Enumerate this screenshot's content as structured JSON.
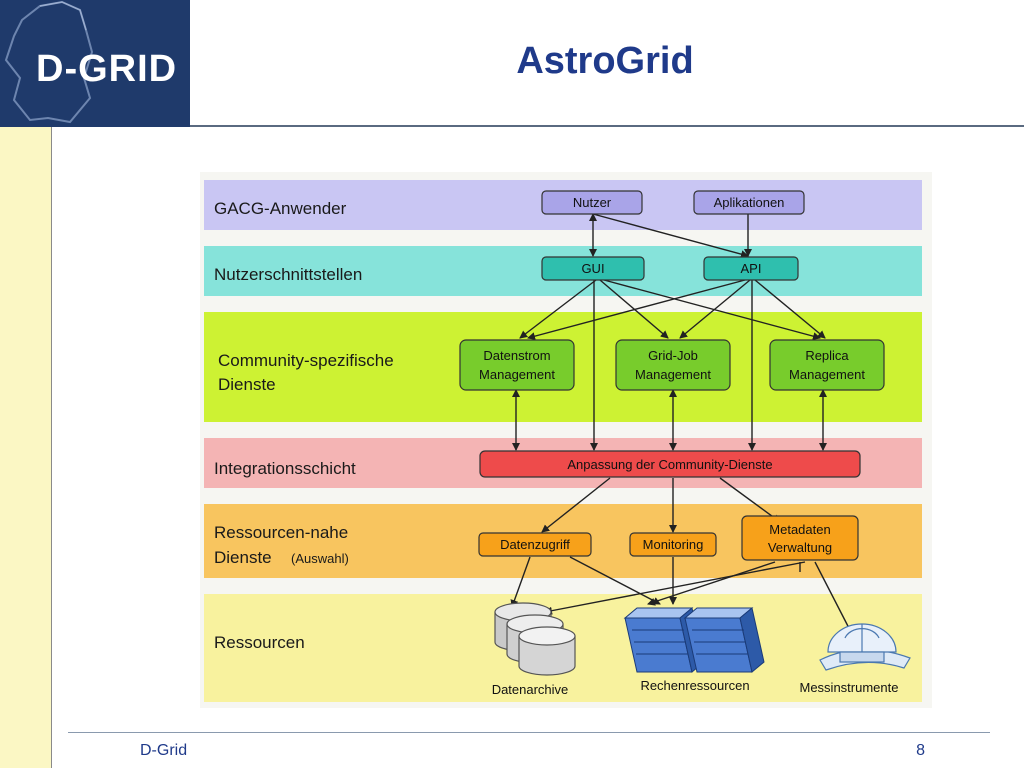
{
  "slide": {
    "title": "AstroGrid",
    "footer_left": "D-Grid",
    "page_number": "8"
  },
  "logo": {
    "text": "D-GRID"
  },
  "layers": [
    {
      "lines": [
        "GACG-Anwender"
      ],
      "color": "#c9c6f3"
    },
    {
      "lines": [
        "Nutzerschnittstellen"
      ],
      "color": "#86e3da"
    },
    {
      "lines": [
        "Community-spezifische",
        "Dienste"
      ],
      "color": "#cdf233"
    },
    {
      "lines": [
        "Integrationsschicht"
      ],
      "color": "#f4b4b4"
    },
    {
      "lines": [
        "Ressourcen-nahe",
        "Dienste"
      ],
      "suffix": "(Auswahl)",
      "color": "#f8c55f"
    },
    {
      "lines": [
        "Ressourcen"
      ],
      "color": "#f8f29e"
    }
  ],
  "boxes": {
    "nutzer": "Nutzer",
    "aplikationen": "Aplikationen",
    "gui": "GUI",
    "api": "API",
    "datenstrom": [
      "Datenstrom",
      "Management"
    ],
    "gridjob": [
      "Grid-Job",
      "Management"
    ],
    "replica": [
      "Replica",
      "Management"
    ],
    "anpassung": "Anpassung der Community-Dienste",
    "datenzugriff": "Datenzugriff",
    "monitoring": "Monitoring",
    "metadaten": [
      "Metadaten",
      "Verwaltung"
    ]
  },
  "resources": {
    "datenarchive": "Datenarchive",
    "rechenressourcen": "Rechenressourcen",
    "messinstrumente": "Messinstrumente"
  },
  "colors": {
    "slide_title": "#1f3a8a",
    "logo_bg": "#1f3a6b",
    "left_bar": "#fbf7c4",
    "purple_box": "#a9a4e8",
    "teal_box": "#2fbfae",
    "green_box": "#78cc2c",
    "red_box": "#ee4b4b",
    "orange_box": "#f7a11a"
  }
}
